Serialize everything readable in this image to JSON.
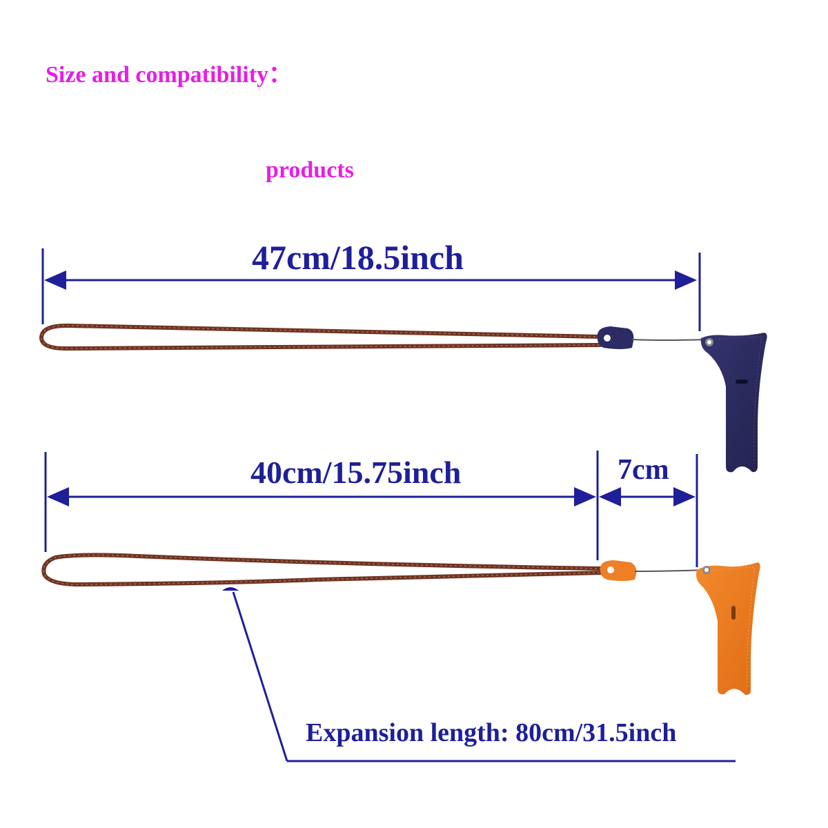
{
  "heading": "Size and compatibility：",
  "subheading": "products",
  "top_dimension": "47cm/18.5inch",
  "bottom_dimension_main": "40cm/15.75inch",
  "bottom_dimension_short": "7cm",
  "expansion_label": "Expansion length: 80cm/31.5inch",
  "colors": {
    "heading": "#e61ee6",
    "dimension": "#1f1f9a",
    "cord": "#7a3a2a",
    "navy_holder": "#2b2a5c",
    "orange_holder": "#ea7a22"
  },
  "icons": [
    "arrow-left-icon",
    "arrow-right-icon",
    "lanyard-cord-icon",
    "leather-holder-icon"
  ]
}
